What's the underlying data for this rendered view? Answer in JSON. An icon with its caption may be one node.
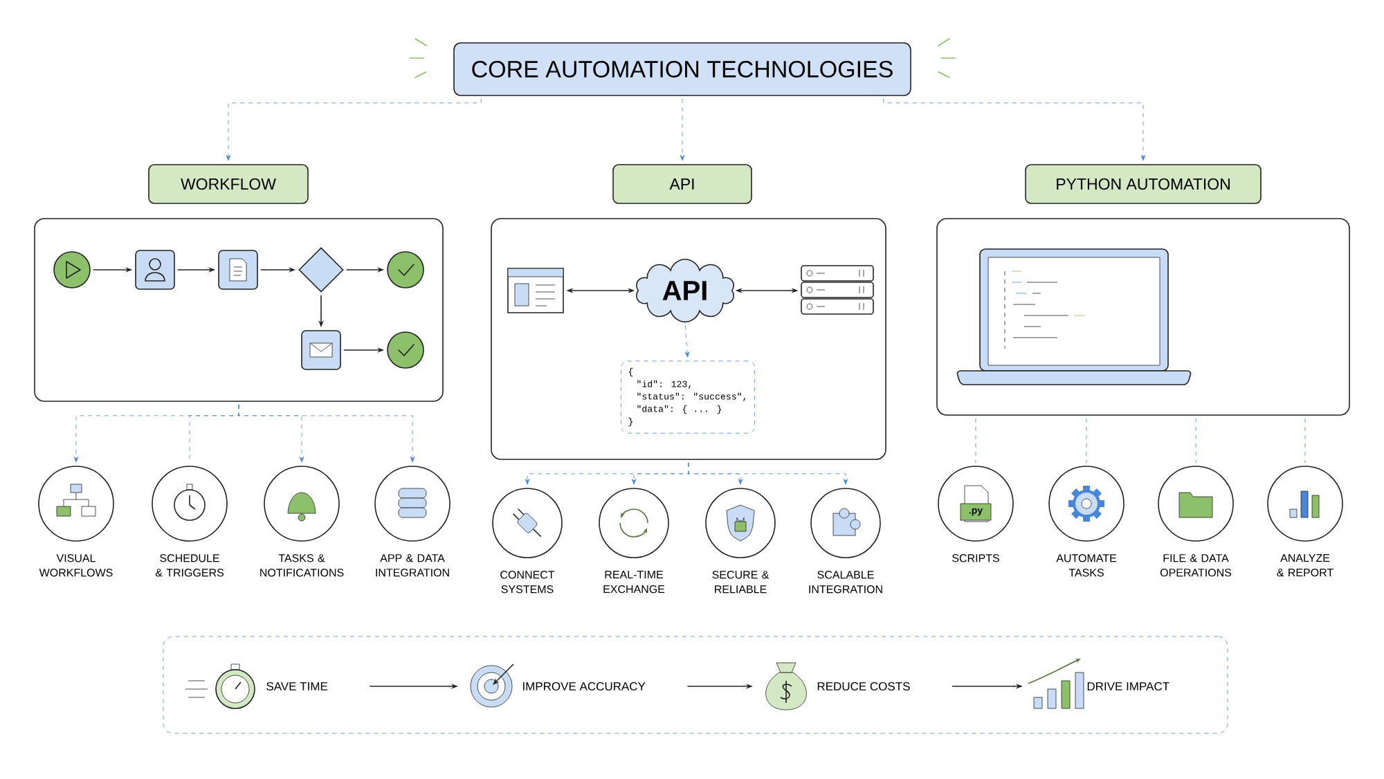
{
  "diagram": {
    "nodes": [
      {
        "text": [
          "CORE AUTOMATION TECHNOLOGIES"
        ]
      },
      {
        "text": [
          "WORKFLOW"
        ]
      },
      {
        "text": [
          "API"
        ]
      },
      {
        "text": [
          "PYTHON AUTOMATION"
        ]
      },
      {
        "text": [],
        "shape": "box"
      },
      {
        "text": [],
        "shape": "box"
      },
      {
        "text": [],
        "shape": "box"
      },
      {
        "text": [],
        "shape": "circle",
        "in": 4
      },
      {
        "text": [],
        "shape": "box",
        "in": 4
      },
      {
        "text": [],
        "shape": "box",
        "in": 4
      },
      {
        "text": [],
        "shape": "diamond",
        "in": 4
      },
      {
        "text": [],
        "shape": "circle",
        "in": 4
      },
      {
        "text": [],
        "shape": "box",
        "in": 4
      },
      {
        "text": [],
        "shape": "circle",
        "in": 4
      },
      {
        "text": [],
        "shape": "picture",
        "in": 5
      },
      {
        "text": [
          "API"
        ],
        "in": 5
      },
      {
        "text": [],
        "shape": "picture",
        "in": 5
      },
      {
        "text": [
          "{",
          "\"id\": 123,",
          "\"status\": \"success\",",
          "\"data\": { ... }",
          "}"
        ],
        "in": 5
      },
      {
        "text": [],
        "shape": "picture",
        "in": 6
      },
      {
        "text": [
          "VISUAL WORKFLOWS"
        ]
      },
      {
        "text": [
          "SCHEDULE & TRIGGERS"
        ]
      },
      {
        "text": [
          "TASKS & NOTIFICATIONS"
        ]
      },
      {
        "text": [
          "APP & DATA INTEGRATION"
        ]
      },
      {
        "text": [
          "CONNECT SYSTEMS"
        ]
      },
      {
        "text": [
          "REAL-TIME EXCHANGE"
        ]
      },
      {
        "text": [
          "SECURE & RELIABLE"
        ]
      },
      {
        "text": [
          "SCALABLE INTEGRATION"
        ]
      },
      {
        "text": [
          "SCRIPTS"
        ]
      },
      {
        "text": [
          "AUTOMATE TASKS"
        ]
      },
      {
        "text": [
          "FILE & DATA OPERATIONS"
        ]
      },
      {
        "text": [
          "ANALYZE & REPORT"
        ]
      },
      {
        "text": [],
        "shape": "box"
      },
      {
        "text": [
          "SAVE TIME"
        ],
        "in": 31
      },
      {
        "text": [
          "IMPROVE ACCURACY"
        ],
        "in": 31
      },
      {
        "text": [
          "REDUCE COSTS"
        ],
        "in": 31
      },
      {
        "text": [
          "DRIVE IMPACT"
        ],
        "in": 31
      }
    ],
    "edges": [
      {
        "from": 0,
        "to": 1,
        "arrow": "to",
        "style": "dashed"
      },
      {
        "from": 0,
        "to": 2,
        "arrow": "to",
        "style": "dashed"
      },
      {
        "from": 0,
        "to": 3,
        "arrow": "to",
        "style": "dashed"
      },
      {
        "from": 7,
        "to": 8,
        "arrow": "to",
        "color": "#222222"
      },
      {
        "from": 8,
        "to": 9,
        "arrow": "to",
        "color": "#222222"
      },
      {
        "from": 9,
        "to": 10,
        "arrow": "to",
        "color": "#222222"
      },
      {
        "from": 10,
        "to": 11,
        "arrow": "to",
        "color": "#222222"
      },
      {
        "from": 10,
        "to": 12,
        "arrow": "to",
        "color": "#222222"
      },
      {
        "from": 12,
        "to": 13,
        "arrow": "to",
        "color": "#222222"
      },
      {
        "from": 14,
        "to": 15,
        "arrow": "both",
        "color": "#222222"
      },
      {
        "from": 15,
        "to": 16,
        "arrow": "both",
        "color": "#222222"
      },
      {
        "from": 15,
        "to": 17,
        "arrow": "to",
        "style": "dashed"
      },
      {
        "from": 4,
        "to": 19,
        "arrow": "to",
        "style": "dashed"
      },
      {
        "from": 4,
        "to": 20,
        "arrow": "none",
        "style": "dashed"
      },
      {
        "from": 4,
        "to": 21,
        "arrow": "to",
        "style": "dashed"
      },
      {
        "from": 4,
        "to": 22,
        "arrow": "to",
        "style": "dashed"
      },
      {
        "from": 5,
        "to": 23,
        "arrow": "to",
        "style": "dashed"
      },
      {
        "from": 5,
        "to": 24,
        "arrow": "to",
        "style": "dashed"
      },
      {
        "from": 5,
        "to": 25,
        "arrow": "to",
        "style": "dashed"
      },
      {
        "from": 5,
        "to": 26,
        "arrow": "to",
        "style": "dashed"
      },
      {
        "from": 6,
        "to": 27,
        "arrow": "none",
        "style": "dashed"
      },
      {
        "from": 6,
        "to": 28,
        "arrow": "none",
        "style": "dashed"
      },
      {
        "from": 6,
        "to": 29,
        "arrow": "none",
        "style": "dashed"
      },
      {
        "from": 6,
        "to": 30,
        "arrow": "none",
        "style": "dashed"
      },
      {
        "from": 32,
        "to": 33,
        "arrow": "to",
        "color": "#222222"
      },
      {
        "from": 33,
        "to": 34,
        "arrow": "to",
        "color": "#222222"
      },
      {
        "from": 34,
        "to": 35,
        "arrow": "to",
        "color": "#222222"
      }
    ],
    "labels": [
      ".py"
    ]
  }
}
